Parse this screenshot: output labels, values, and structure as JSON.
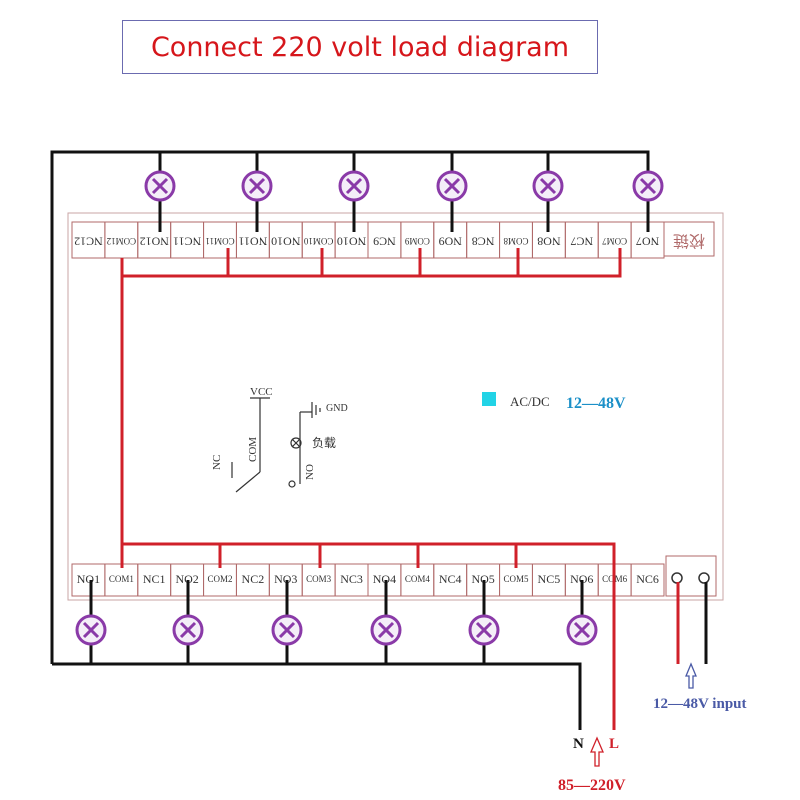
{
  "title": "Connect 220 volt load diagram",
  "top_terminals": [
    "NC12",
    "COM12",
    "NO12",
    "NC11",
    "COM11",
    "NO11",
    "NO10",
    "COM10",
    "NO10",
    "NC9",
    "COM9",
    "NO9",
    "NC8",
    "COM8",
    "NO8",
    "NC7",
    "COM7",
    "NO7"
  ],
  "top_right_label": "校链",
  "bottom_terminals": [
    "NO1",
    "COM1",
    "NC1",
    "NO2",
    "COM2",
    "NC2",
    "NO3",
    "COM3",
    "NC3",
    "NO4",
    "COM4",
    "NC4",
    "NO5",
    "COM5",
    "NC5",
    "NO6",
    "COM6",
    "NC6"
  ],
  "relay_symbol": {
    "vcc": "VCC",
    "nc": "NC",
    "com": "COM"
  },
  "load_symbol": {
    "gnd": "GND",
    "load": "负载",
    "no": "NO"
  },
  "power_indicator": {
    "label": "AC/DC",
    "voltage": "12—48V"
  },
  "dc_input": {
    "label": "12—48V input"
  },
  "mains": {
    "n": "N",
    "l": "L",
    "voltage": "85—220V"
  },
  "colors": {
    "title": "#d6161b",
    "live_wire": "#d0202a",
    "neutral_wire": "#111111",
    "lamp": "#8a3aa8",
    "board_border": "#b06a6a",
    "indicator": "#22d3e6",
    "power_label": "#1c90c8",
    "input_label": "#4a5aa6"
  }
}
